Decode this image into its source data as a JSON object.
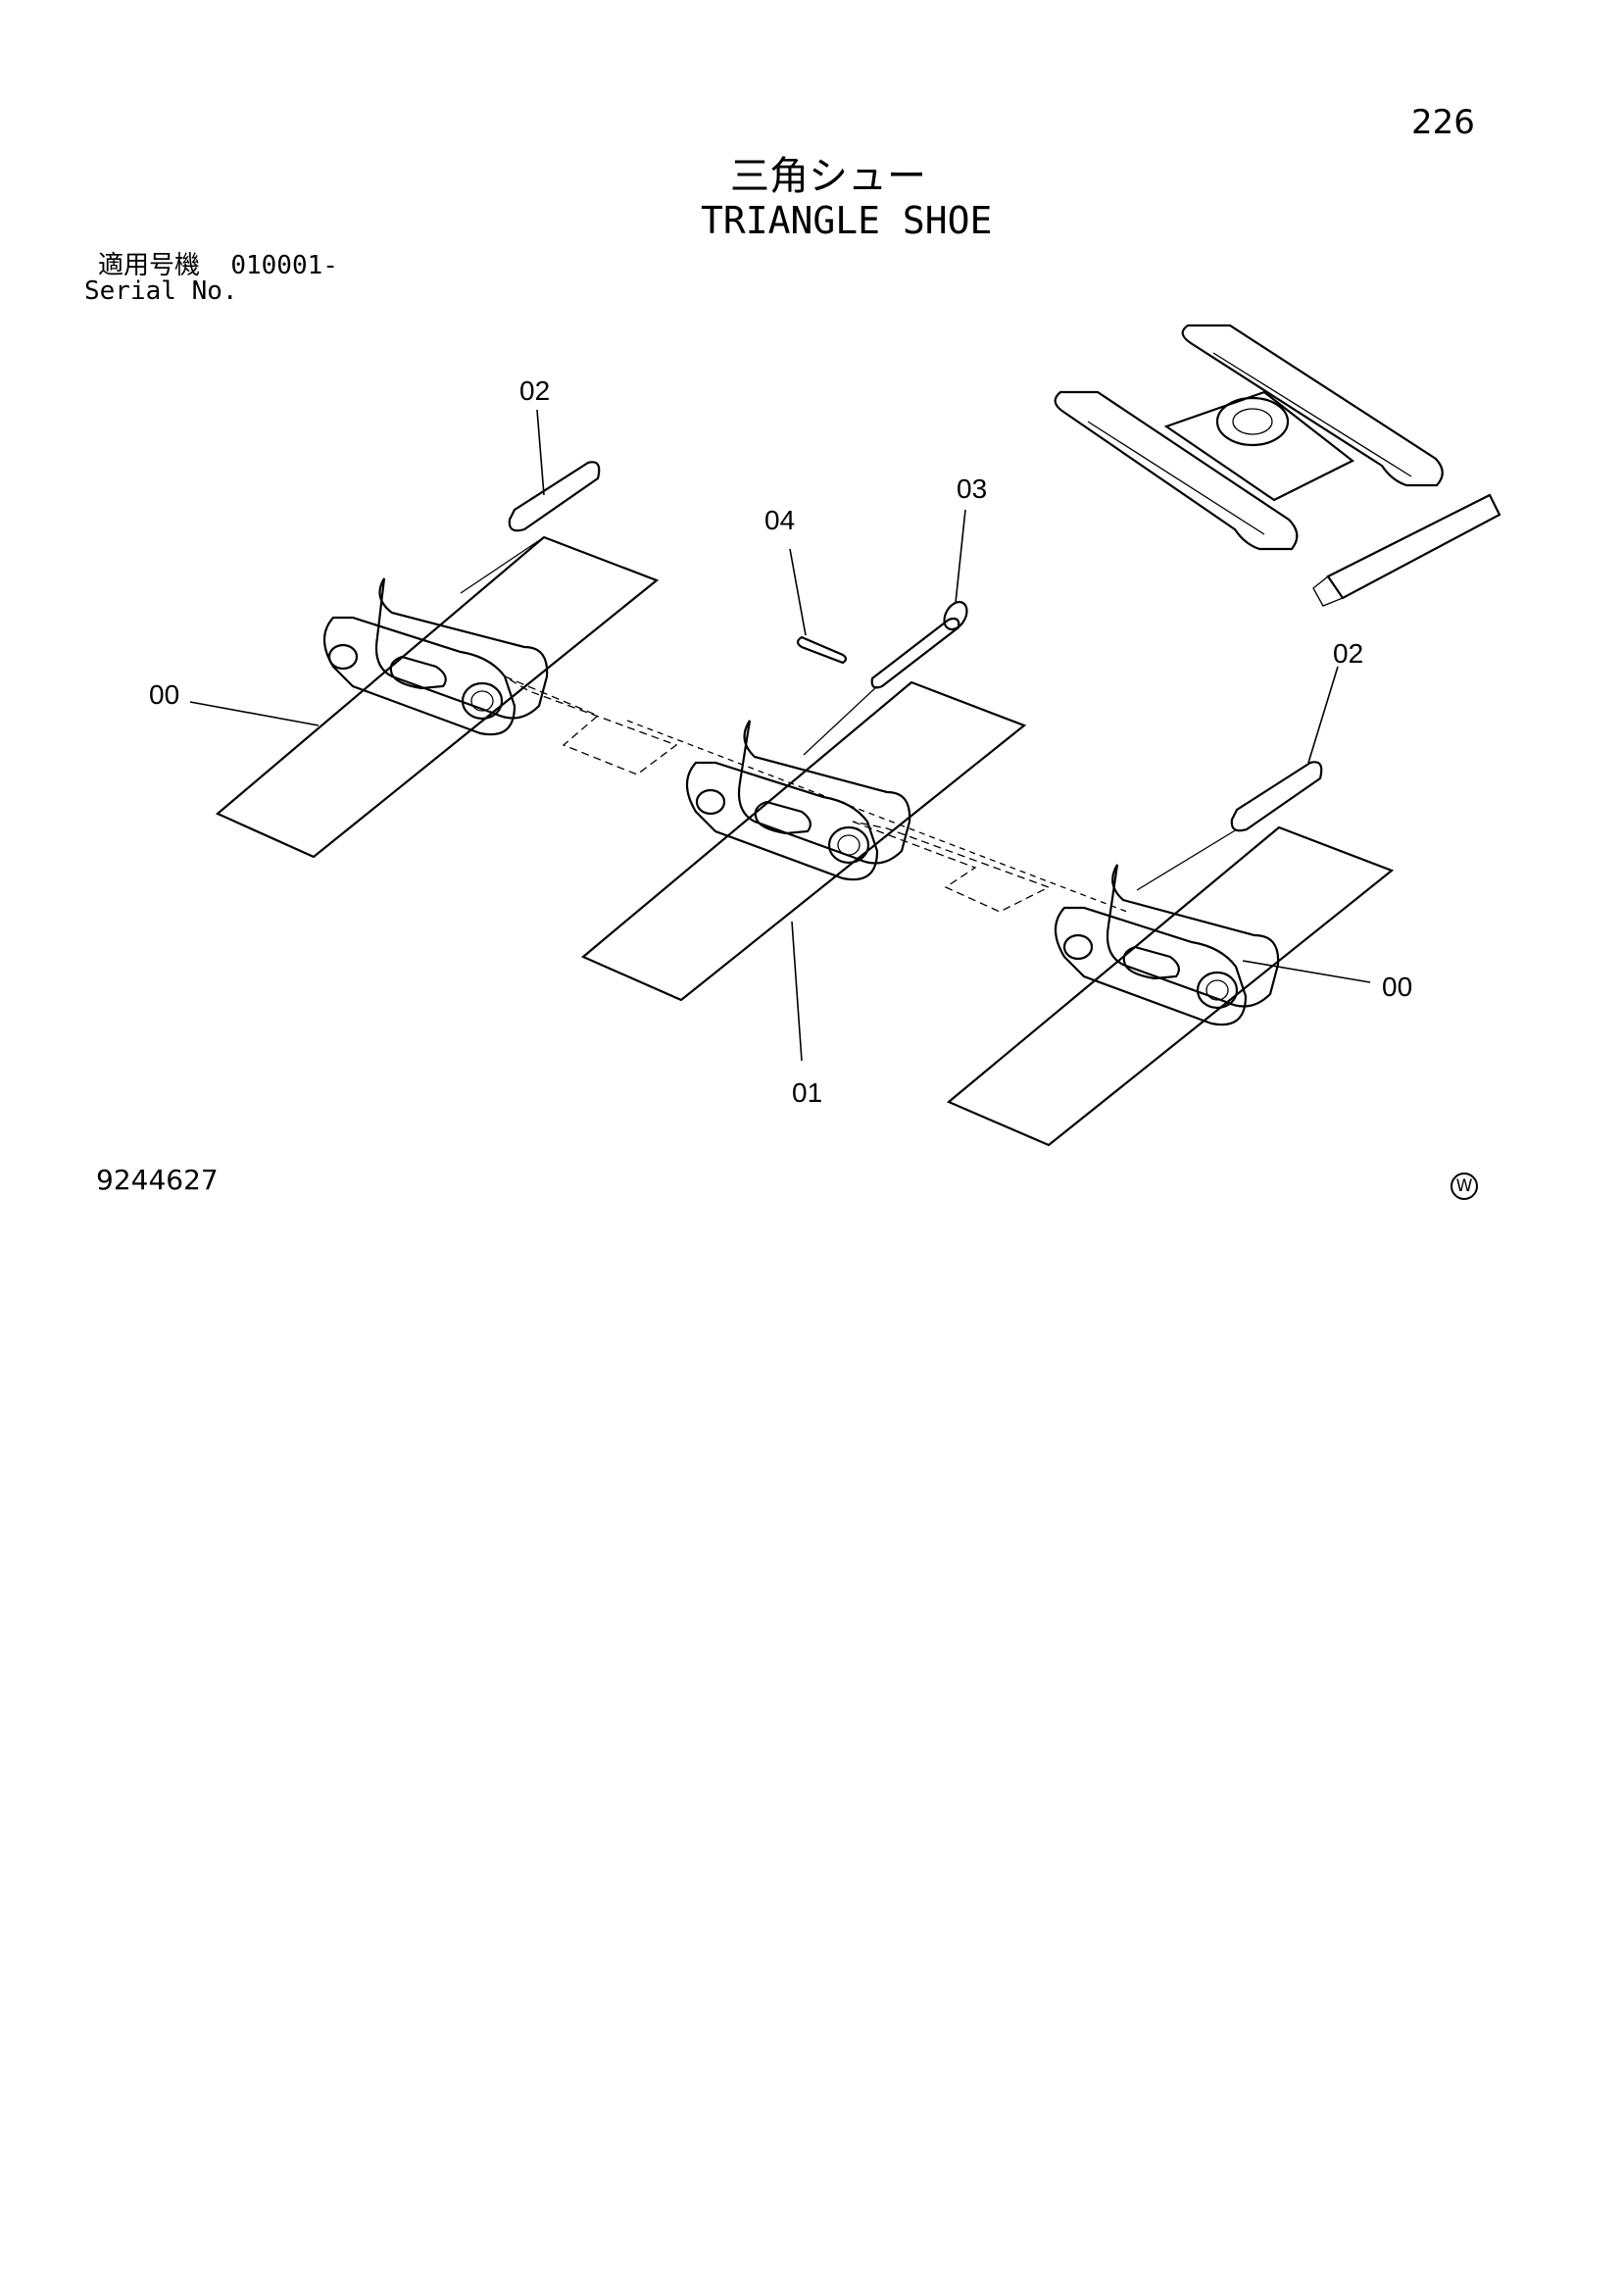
{
  "page": {
    "number": "226",
    "title_jp": "三角シュー",
    "title_en": "TRIANGLE SHOE",
    "serial_label_jp": "適用号機",
    "serial_value": "010001-",
    "serial_label_en": "Serial No.",
    "drawing_number": "9244627",
    "mark": "W"
  },
  "callouts": {
    "c00_left": "00",
    "c00_right": "00",
    "c01": "01",
    "c02_left": "02",
    "c02_right": "02",
    "c03": "03",
    "c04": "04"
  }
}
